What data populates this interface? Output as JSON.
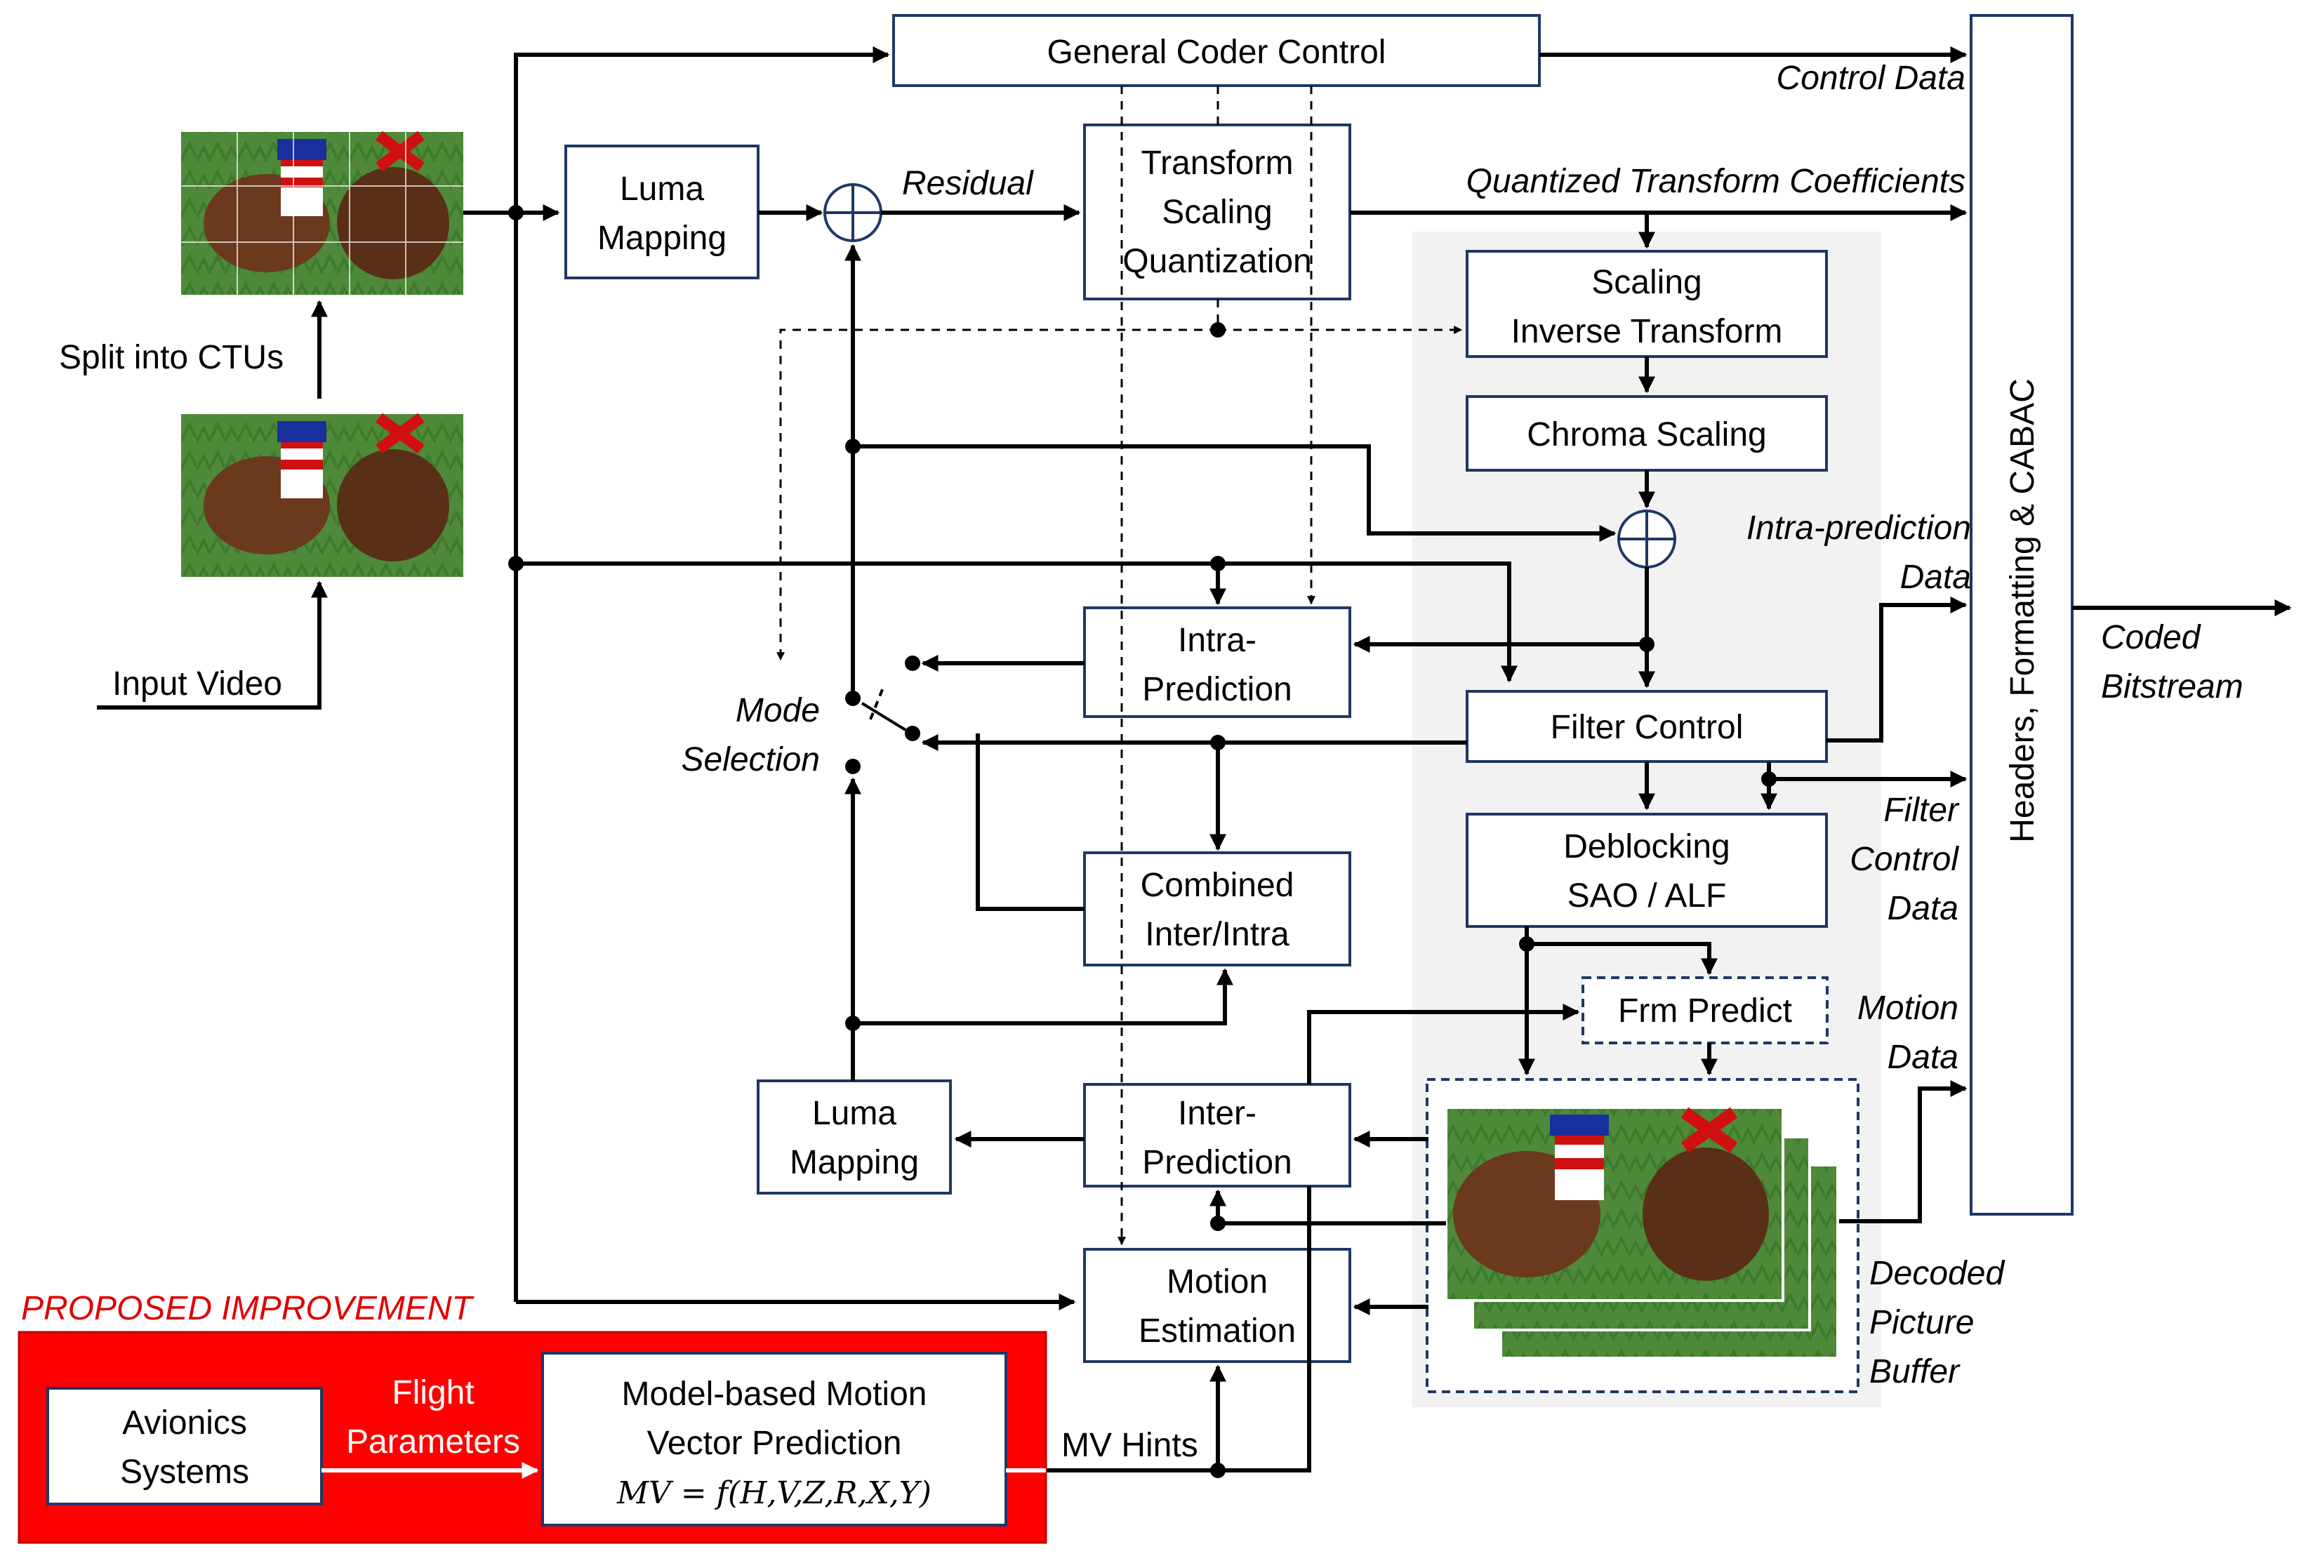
{
  "blocks": {
    "general_coder_control": "General Coder Control",
    "luma_mapping_top": [
      "Luma",
      "Mapping"
    ],
    "transform_scaling_quantization": [
      "Transform",
      "Scaling",
      "Quantization"
    ],
    "scaling_inverse_transform": [
      "Scaling",
      "Inverse Transform"
    ],
    "chroma_scaling": "Chroma Scaling",
    "intra_prediction": [
      "Intra-",
      "Prediction"
    ],
    "filter_control": "Filter Control",
    "deblocking": [
      "Deblocking",
      "SAO / ALF"
    ],
    "combined_inter_intra": [
      "Combined",
      "Inter/Intra"
    ],
    "frm_predict": "Frm Predict",
    "luma_mapping_bottom": [
      "Luma",
      "Mapping"
    ],
    "inter_prediction": [
      "Inter-",
      "Prediction"
    ],
    "motion_estimation": [
      "Motion",
      "Estimation"
    ],
    "headers_formatting_cabac": "Headers, Formatting & CABAC",
    "avionics_systems": [
      "Avionics",
      "Systems"
    ],
    "model_based_mv_prediction": [
      "Model-based Motion",
      "Vector Prediction"
    ],
    "mv_formula": "MV = f(H,V,Z,R,X,Y)"
  },
  "labels": {
    "control_data": "Control Data",
    "quantized_transform_coefficients": "Quantized Transform Coefficients",
    "residual": "Residual",
    "split_into_ctus": "Split into CTUs",
    "input_video": "Input Video",
    "mode_selection": [
      "Mode",
      "Selection"
    ],
    "intra_prediction_data": [
      "Intra-prediction",
      "Data"
    ],
    "coded_bitstream": [
      "Coded",
      "Bitstream"
    ],
    "filter_control_data": [
      "Filter",
      "Control",
      "Data"
    ],
    "motion_data": [
      "Motion",
      "Data"
    ],
    "decoded_picture_buffer": [
      "Decoded",
      "Picture",
      "Buffer"
    ],
    "proposed_improvement": "PROPOSED IMPROVEMENT",
    "flight_parameters": [
      "Flight",
      "Parameters"
    ],
    "mv_hints": "MV Hints"
  },
  "colors": {
    "box_border": "#1f3864",
    "proposal_background": "#ff0000",
    "proposal_title": "#e10000",
    "shaded_loop_region": "#f2f2f2"
  }
}
